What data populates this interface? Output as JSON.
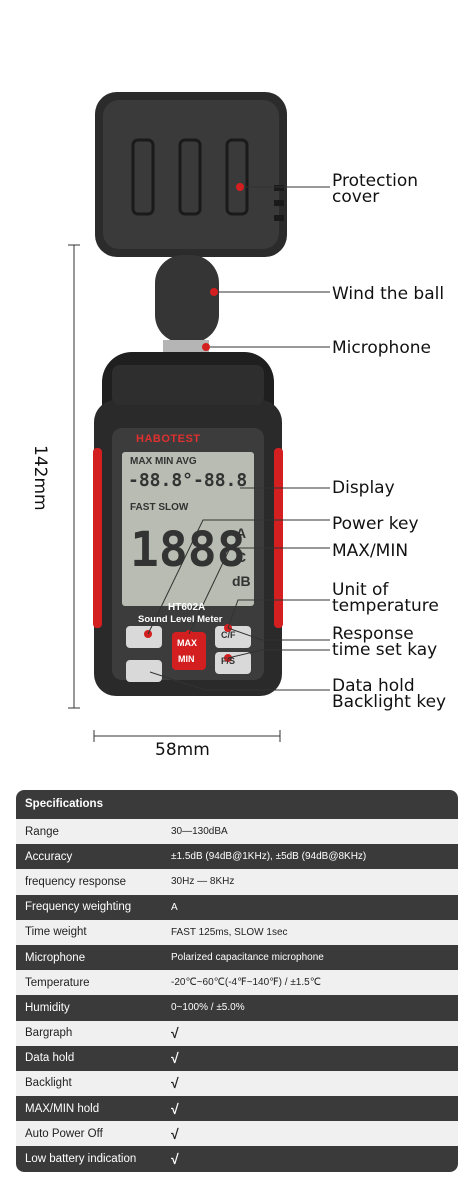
{
  "callouts": {
    "protection_cover": "Protection\ncover",
    "wind_ball": "Wind the ball",
    "microphone": "Microphone",
    "display": "Display",
    "power_key": "Power key",
    "max_min": "MAX/MIN",
    "unit_temp": "Unit of\ntemperature",
    "response": "Response\ntime set kay",
    "data_hold": "Data hold\nBacklight key"
  },
  "dimensions": {
    "height": "142mm",
    "width": "58mm"
  },
  "device": {
    "brand": "HABOTEST",
    "model": "HT602A",
    "subtitle": "Sound Level Meter",
    "lcd_top": "MAX MIN AVG",
    "lcd_mid": "-88.8°-88.8",
    "lcd_mode": "FAST SLOW",
    "lcd_big": "1888",
    "lcd_a": "A",
    "lcd_c": "C",
    "lcd_db": "dB",
    "key_max": "MAX",
    "key_min": "MIN",
    "key_cf": "C/F",
    "key_fs": "F/S"
  },
  "specs": {
    "title": "Specifications",
    "rows": [
      {
        "label": "Range",
        "value": "30—130dBA"
      },
      {
        "label": "Accuracy",
        "value": "±1.5dB (94dB@1KHz), ±5dB (94dB@8KHz)"
      },
      {
        "label": "frequency response",
        "value": "30Hz — 8KHz"
      },
      {
        "label": "Frequency weighting",
        "value": "A"
      },
      {
        "label": "Time weight",
        "value": "FAST 125ms,  SLOW 1sec"
      },
      {
        "label": "Microphone",
        "value": "Polarized capacitance microphone"
      },
      {
        "label": "Temperature",
        "value": "-20℃~60℃(-4℉~140℉) / ±1.5℃"
      },
      {
        "label": "Humidity",
        "value": "0~100% / ±5.0%"
      },
      {
        "label": "Bargraph",
        "value": "√"
      },
      {
        "label": "Data hold",
        "value": "√"
      },
      {
        "label": "Backlight",
        "value": "√"
      },
      {
        "label": "MAX/MIN hold",
        "value": "√"
      },
      {
        "label": "Auto Power Off",
        "value": "√"
      },
      {
        "label": "Low battery indication",
        "value": "√"
      }
    ]
  }
}
